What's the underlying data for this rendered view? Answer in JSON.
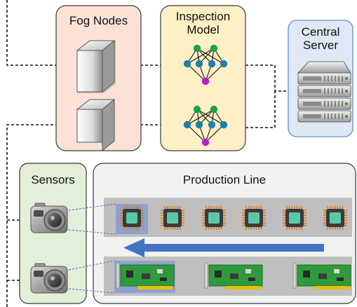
{
  "labels": {
    "fog_nodes": "Fog Nodes",
    "inspection_model": [
      "Inspection",
      "Model"
    ],
    "central_server": [
      "Central",
      "Server"
    ],
    "sensors": "Sensors",
    "production_line": "Production Line"
  },
  "groups": [
    {
      "id": "fog-nodes",
      "fill": "#fbe1d6",
      "stroke": "#3a3a3a"
    },
    {
      "id": "inspection-model",
      "fill": "#fdf0c6",
      "stroke": "#3a3a3a"
    },
    {
      "id": "central-server",
      "fill": "#dfe9f5",
      "stroke": "#7a9fcf"
    },
    {
      "id": "sensors",
      "fill": "#e3efd9",
      "stroke": "#3a3a3a"
    },
    {
      "id": "production-line",
      "fill": "#f2f2f2",
      "stroke": "#3a3a3a"
    }
  ],
  "devices": {
    "fog_nodes": 2,
    "neural_networks": 2,
    "server_units": 4,
    "cameras": 2,
    "chips": 6,
    "circuit_boards": 3
  },
  "colors": {
    "nn_input": "#1aa24a",
    "nn_hidden": "#1f7fa8",
    "nn_output": "#b81fc7",
    "flow_arrow": "#4472c4",
    "chip_body": "#5cc7a6",
    "chip_pins": "#e07b1a",
    "board_green": "#2f9a3c",
    "highlight": "#7e98d6"
  },
  "icons": [
    "fog-node-icon",
    "neural-network-icon",
    "server-rack-icon",
    "camera-icon",
    "chip-icon",
    "circuit-board-icon",
    "flow-arrow-icon"
  ]
}
